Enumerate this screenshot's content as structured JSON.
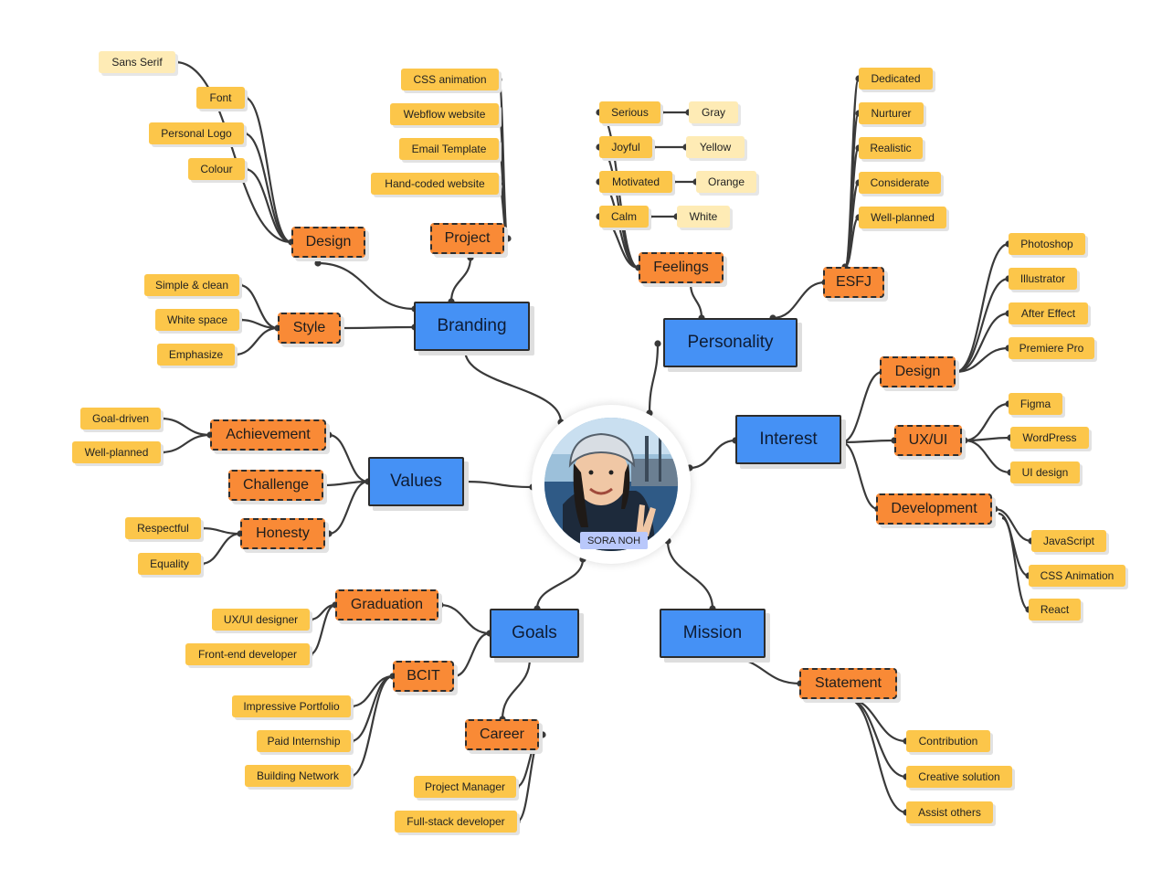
{
  "center": {
    "name": "SORA NOH"
  },
  "nodes": {
    "branding": "Branding",
    "personality": "Personality",
    "interest": "Interest",
    "values": "Values",
    "goals": "Goals",
    "mission": "Mission",
    "design1": "Design",
    "project": "Project",
    "style": "Style",
    "feelings": "Feelings",
    "esfj": "ESFJ",
    "design2": "Design",
    "uxui": "UX/UI",
    "development": "Development",
    "achievement": "Achievement",
    "challenge": "Challenge",
    "honesty": "Honesty",
    "graduation": "Graduation",
    "bcit": "BCIT",
    "career": "Career",
    "statement": "Statement",
    "sans_serif": "Sans Serif",
    "font": "Font",
    "personal_logo": "Personal Logo",
    "colour": "Colour",
    "css_animation": "CSS animation",
    "webflow": "Webflow website",
    "email_template": "Email Template",
    "hand_coded": "Hand-coded website",
    "simple_clean": "Simple & clean",
    "white_space": "White space",
    "emphasize": "Emphasize",
    "serious": "Serious",
    "joyful": "Joyful",
    "motivated": "Motivated",
    "calm": "Calm",
    "gray": "Gray",
    "yellow": "Yellow",
    "orange": "Orange",
    "white": "White",
    "dedicated": "Dedicated",
    "nurturer": "Nurturer",
    "realistic": "Realistic",
    "considerate": "Considerate",
    "well_planned_esfj": "Well-planned",
    "photoshop": "Photoshop",
    "illustrator": "Illustrator",
    "after_effect": "After Effect",
    "premiere": "Premiere Pro",
    "figma": "Figma",
    "wordpress": "WordPress",
    "ui_design": "UI design",
    "javascript": "JavaScript",
    "css_anim2": "CSS Animation",
    "react": "React",
    "goal_driven": "Goal-driven",
    "well_planned_values": "Well-planned",
    "respectful": "Respectful",
    "equality": "Equality",
    "uxui_designer": "UX/UI designer",
    "frontend_dev": "Front-end developer",
    "portfolio": "Impressive Portfolio",
    "internship": "Paid Internship",
    "network": "Building Network",
    "project_manager": "Project Manager",
    "fullstack": "Full-stack developer",
    "contribution": "Contribution",
    "creative_solution": "Creative solution",
    "assist_others": "Assist others"
  },
  "colors": {
    "main_node": "#4591f5",
    "sub_node": "#f98a36",
    "leaf_node": "#fcc64a",
    "color_leaf": "#feebb5",
    "name_badge": "#b9c8fb",
    "connector": "#3a3a3a"
  }
}
